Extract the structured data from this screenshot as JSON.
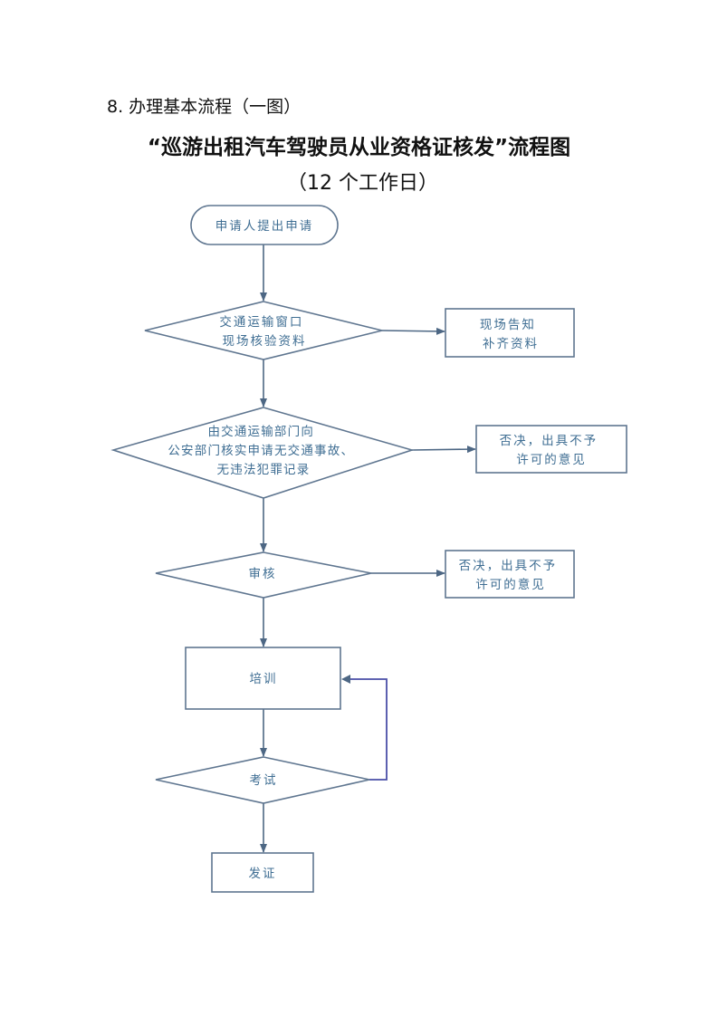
{
  "document": {
    "section_heading": "8. 办理基本流程（一图）",
    "title": "“巡游出租汽车驾驶员从业资格证核发”流程图",
    "subtitle": "（12 个工作日）"
  },
  "flowchart": {
    "start": {
      "lines": [
        "申请人提出申请"
      ]
    },
    "decision_verify": {
      "lines": [
        "交通运输窗口",
        "现场核验资料"
      ]
    },
    "box_supplement": {
      "lines": [
        "现场告知",
        "补齐资料"
      ]
    },
    "decision_police": {
      "lines": [
        "由交通运输部门向",
        "公安部门核实申请无交通事故、",
        "无违法犯罪记录"
      ]
    },
    "box_reject_1": {
      "lines": [
        "否决，出具不予",
        "许可的意见"
      ]
    },
    "decision_review": {
      "lines": [
        "审核"
      ]
    },
    "box_reject_2": {
      "lines": [
        "否决，出具不予",
        "许可的意见"
      ]
    },
    "box_training": {
      "lines": [
        "培训"
      ]
    },
    "decision_exam": {
      "lines": [
        "考试"
      ]
    },
    "box_issue": {
      "lines": [
        "发证"
      ]
    },
    "colors": {
      "stroke": "#5f7690",
      "text": "#3f6e93",
      "loop": "#4a4fa8"
    }
  }
}
